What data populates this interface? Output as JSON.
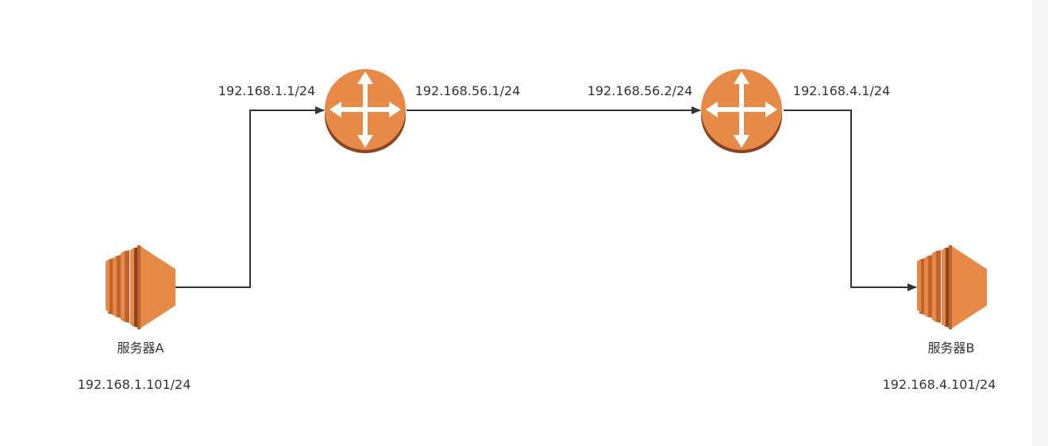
{
  "colors": {
    "node_orange": "#e88a47",
    "node_dark": "#c0642d",
    "node_darker": "#8a4420",
    "edge": "#333333",
    "text": "#333333",
    "background": "#ffffff"
  },
  "nodes": {
    "server_a": {
      "icon": "server-icon",
      "name": "服务器A",
      "ip": "192.168.1.101/24"
    },
    "router_1": {
      "icon": "router-icon",
      "ip_left": "192.168.1.1/24",
      "ip_right": "192.168.56.1/24"
    },
    "router_2": {
      "icon": "router-icon",
      "ip_left": "192.168.56.2/24",
      "ip_right": "192.168.4.1/24"
    },
    "server_b": {
      "icon": "server-icon",
      "name": "服务器B",
      "ip": "192.168.4.101/24"
    }
  }
}
